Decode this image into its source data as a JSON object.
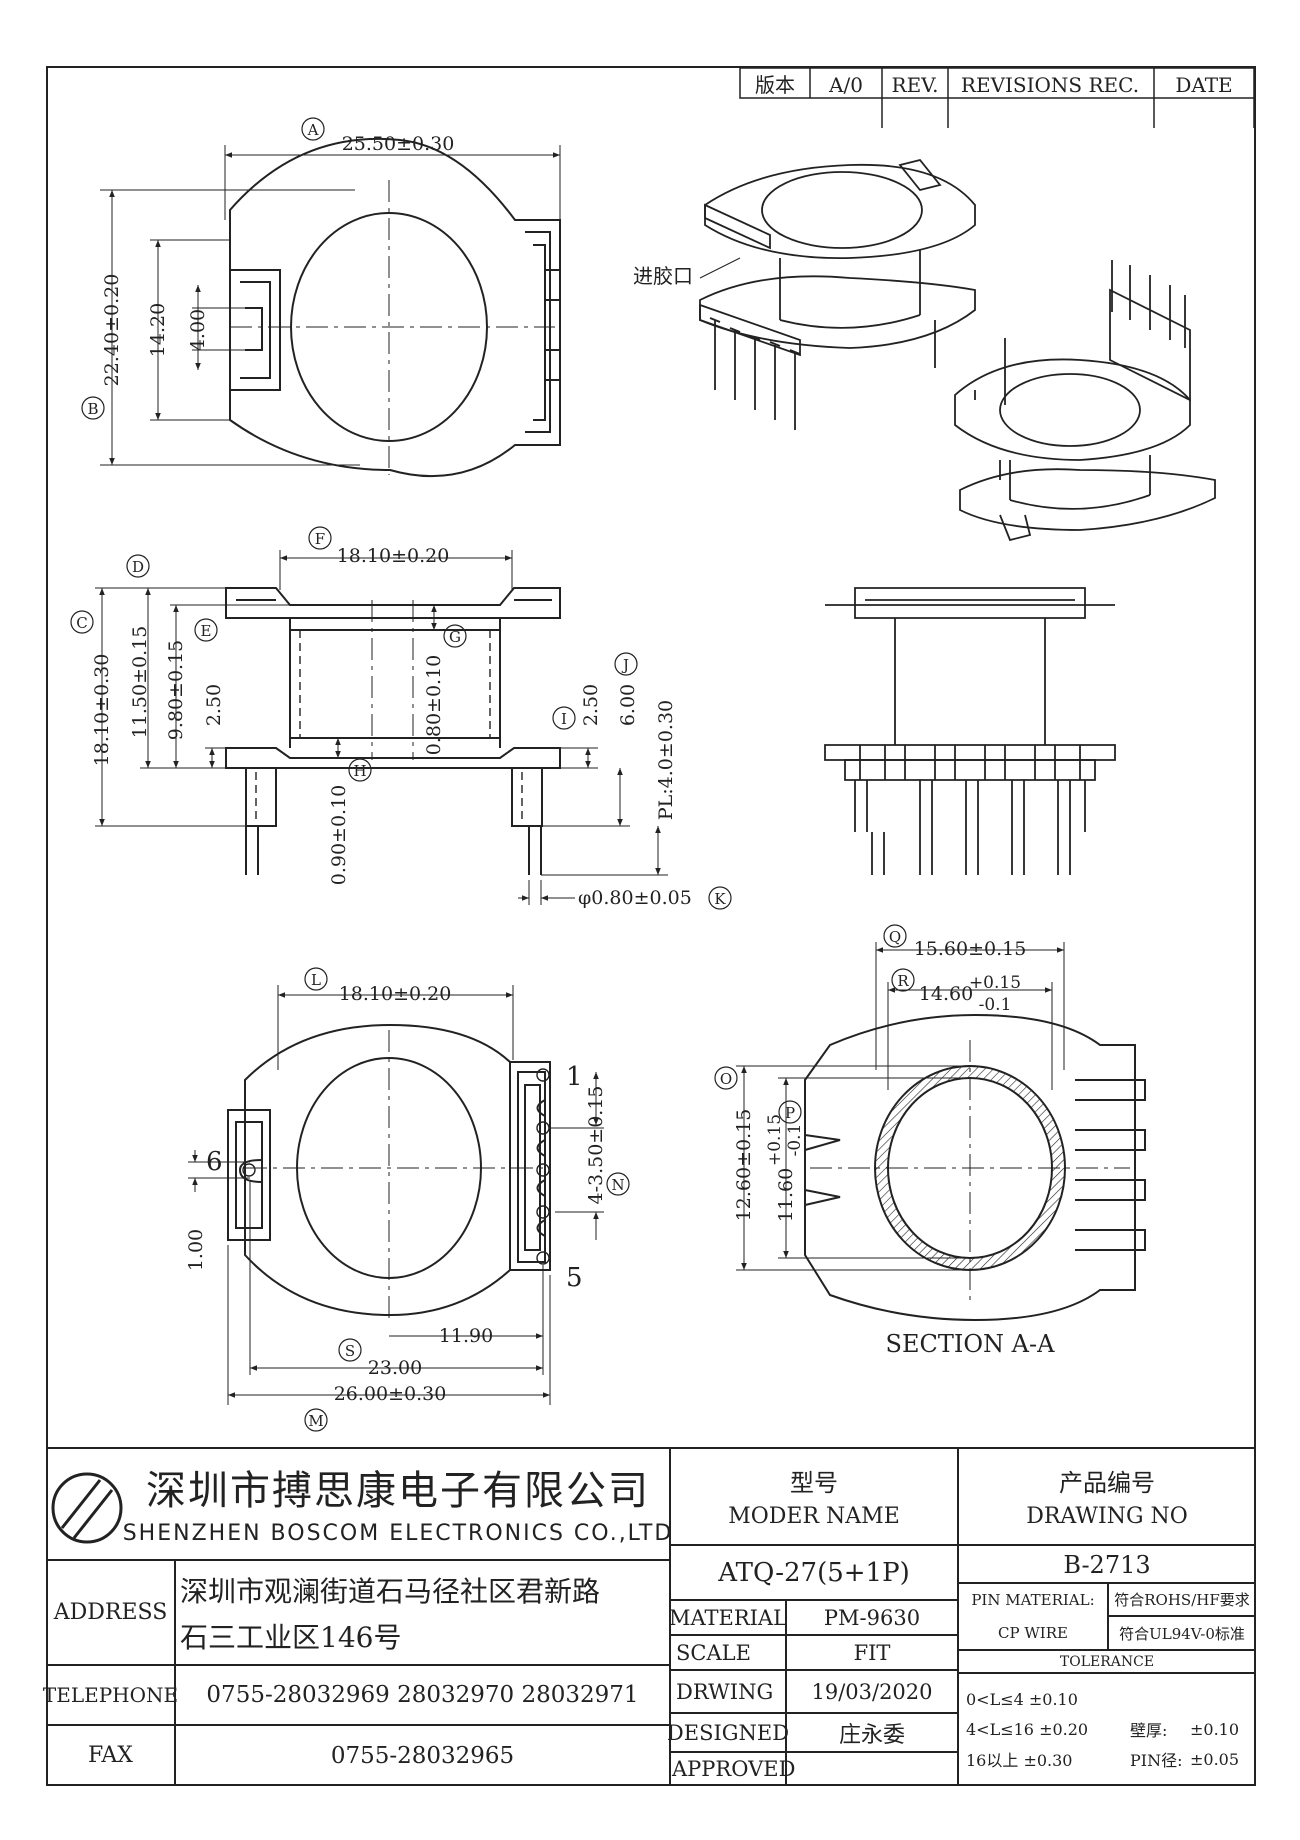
{
  "revision_table": {
    "version_label": "版本",
    "version_value": "A/0",
    "rev_label": "REV.",
    "revisions_label": "REVISIONS REC.",
    "date_label": "DATE"
  },
  "drawing": {
    "top_view": {
      "dim_a": "25.50±0.30",
      "dim_b": "22.40±0.20",
      "dim_inner": "14.20",
      "dim_slot": "4.00",
      "label_a": "A",
      "label_b": "B"
    },
    "side_view": {
      "dim_f": "18.10±0.20",
      "dim_c": "18.10±0.30",
      "dim_d": "11.50±0.15",
      "dim_e": "9.80±0.15",
      "dim_25_left": "2.50",
      "dim_g": "0.80±0.10",
      "dim_h": "0.90±0.10",
      "dim_i": "2.50",
      "dim_j": "6.00",
      "dim_pl": "PL:4.0±0.30",
      "dim_k": "φ0.80±0.05",
      "label_c": "C",
      "label_d": "D",
      "label_e": "E",
      "label_f": "F",
      "label_g": "G",
      "label_h": "H",
      "label_i": "I",
      "label_j": "J",
      "label_k": "K"
    },
    "iso_view": {
      "gate_label": "进胶口"
    },
    "bottom_view": {
      "dim_l": "18.10±0.20",
      "dim_n": "4-3.50±0.15",
      "dim_100": "1.00",
      "dim_s": "11.90",
      "dim_23": "23.00",
      "dim_m": "26.00±0.30",
      "pin_1": "1",
      "pin_5": "5",
      "pin_6": "6",
      "label_l": "L",
      "label_n": "N",
      "label_s": "S",
      "label_m": "M"
    },
    "section_view": {
      "dim_q": "15.60±0.15",
      "dim_r_base": "14.60",
      "dim_r_tol_up": "+0.15",
      "dim_r_tol_dn": "-0.1",
      "dim_o": "12.60±0.15",
      "dim_p_base": "11.60",
      "dim_p_tol_up": "+0.15",
      "dim_p_tol_dn": "-0.1",
      "label_q": "Q",
      "label_r": "R",
      "label_o": "O",
      "label_p": "P",
      "title": "SECTION A-A"
    }
  },
  "title_block": {
    "company_cn": "深圳市搏思康电子有限公司",
    "company_en": "SHENZHEN BOSCOM ELECTRONICS CO.,LTD",
    "model_label_cn": "型号",
    "model_label_en": "MODER NAME",
    "model_value": "ATQ-27(5+1P)",
    "drawing_label_cn": "产品编号",
    "drawing_label_en": "DRAWING NO",
    "drawing_value": "B-2713",
    "address_label": "ADDRESS",
    "address_line1": "深圳市观澜街道石马径社区君新路",
    "address_line2": "石三工业区146号",
    "telephone_label": "TELEPHONE",
    "telephone_value": "0755-28032969 28032970 28032971",
    "fax_label": "FAX",
    "fax_value": "0755-28032965",
    "material_label": "MATERIAL",
    "material_value": "PM-9630",
    "scale_label": "SCALE",
    "scale_value": "FIT",
    "drawing_date_label": "DRWING",
    "drawing_date_value": "19/03/2020",
    "designed_label": "DESIGNED",
    "designed_value": "庄永委",
    "approved_label": "APPROVED",
    "approved_value": "",
    "pin_material_label": "PIN MATERIAL:",
    "pin_material_value": "CP WIRE",
    "rohs_note": "符合ROHS/HF要求",
    "ul_note": "符合UL94V-0标准",
    "tolerance_label": "TOLERANCE",
    "tol_line1": "0<L≤4 ±0.10",
    "tol_line2": "4<L≤16 ±0.20",
    "tol_line3": "16以上 ±0.30",
    "wall_label": "壁厚:",
    "wall_value": "±0.10",
    "pin_dia_label": "PIN径:",
    "pin_dia_value": "±0.05"
  }
}
